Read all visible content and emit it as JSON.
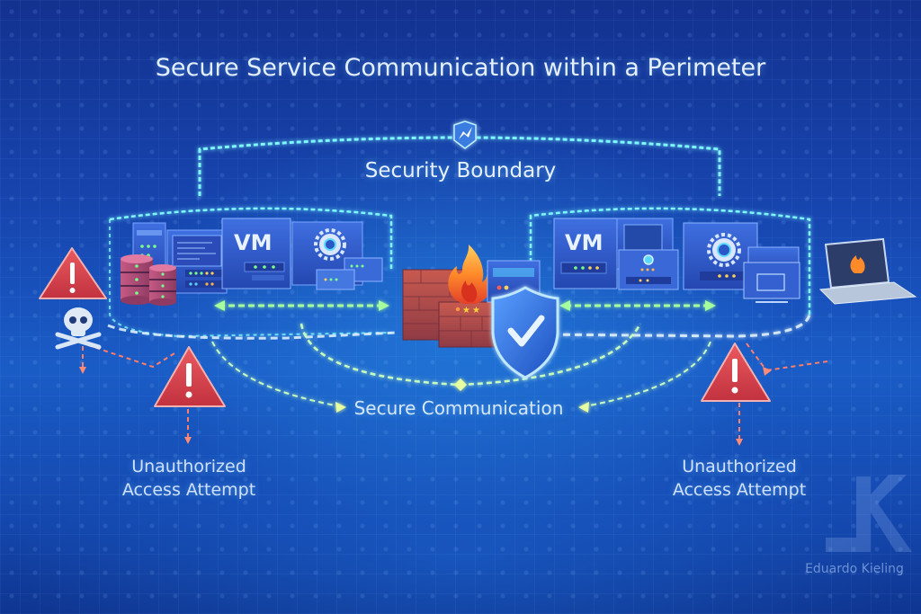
{
  "title": "Secure Service Communication within a Perimeter",
  "labels": {
    "security_boundary": "Security Boundary",
    "secure_communication": "Secure Communication",
    "unauthorized_left": [
      "Unauthorized",
      "Access Attempt"
    ],
    "unauthorized_right": [
      "Unauthorized",
      "Access Attempt"
    ]
  },
  "zones": {
    "left": {
      "vm_label": "VM",
      "components": [
        "database-cylinders",
        "server-rack",
        "code-server",
        "vm",
        "settings-server",
        "network-switch"
      ]
    },
    "right": {
      "vm_label": "VM",
      "components": [
        "vm",
        "monitor-server",
        "settings-server",
        "desktop-monitor"
      ]
    }
  },
  "center": {
    "components": [
      "firewall-brick-wall",
      "flame",
      "firewall-appliance",
      "shield-check"
    ]
  },
  "threats": [
    "warning-triangle",
    "skull-crossbones",
    "warning-triangle",
    "warning-triangle",
    "compromised-laptop"
  ],
  "watermark": {
    "text": "Eduardo Kieling",
    "logo_letter": "K"
  },
  "colors": {
    "background": "#1746b0",
    "boundary_line": "#7ff6ff",
    "secure_path": "#a6ff9e",
    "threat_path": "#ff7d6b",
    "warning": "#d9434d",
    "shield": "#2f77e0",
    "database": "#b24b73",
    "server": "#2f57c8"
  }
}
